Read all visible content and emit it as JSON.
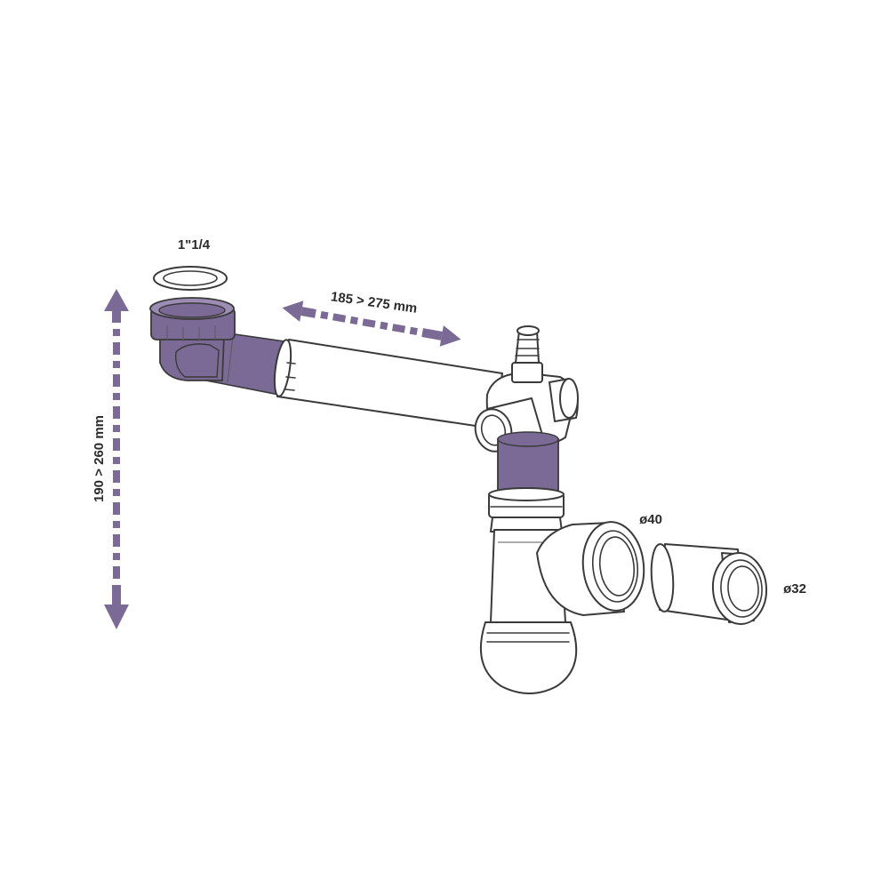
{
  "labels": {
    "washer_thread": "1\"1/4",
    "horizontal_range": "185 > 275 mm",
    "vertical_range": "190 > 260 mm",
    "outlet_diameter": "ø40",
    "reducer_diameter": "ø32"
  },
  "colors": {
    "accent": "#7b6a96",
    "outline": "#3a3a3a",
    "background": "#ffffff"
  }
}
